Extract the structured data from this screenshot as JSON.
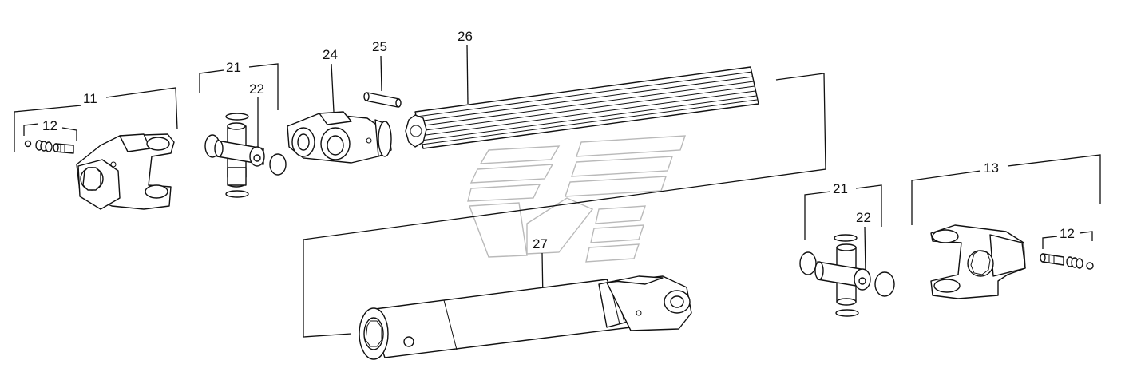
{
  "callouts": {
    "c11": "11",
    "c12a": "12",
    "c21a": "21",
    "c22a": "22",
    "c24": "24",
    "c25": "25",
    "c26": "26",
    "c27": "27",
    "c21b": "21",
    "c22b": "22",
    "c13": "13",
    "c12b": "12"
  }
}
